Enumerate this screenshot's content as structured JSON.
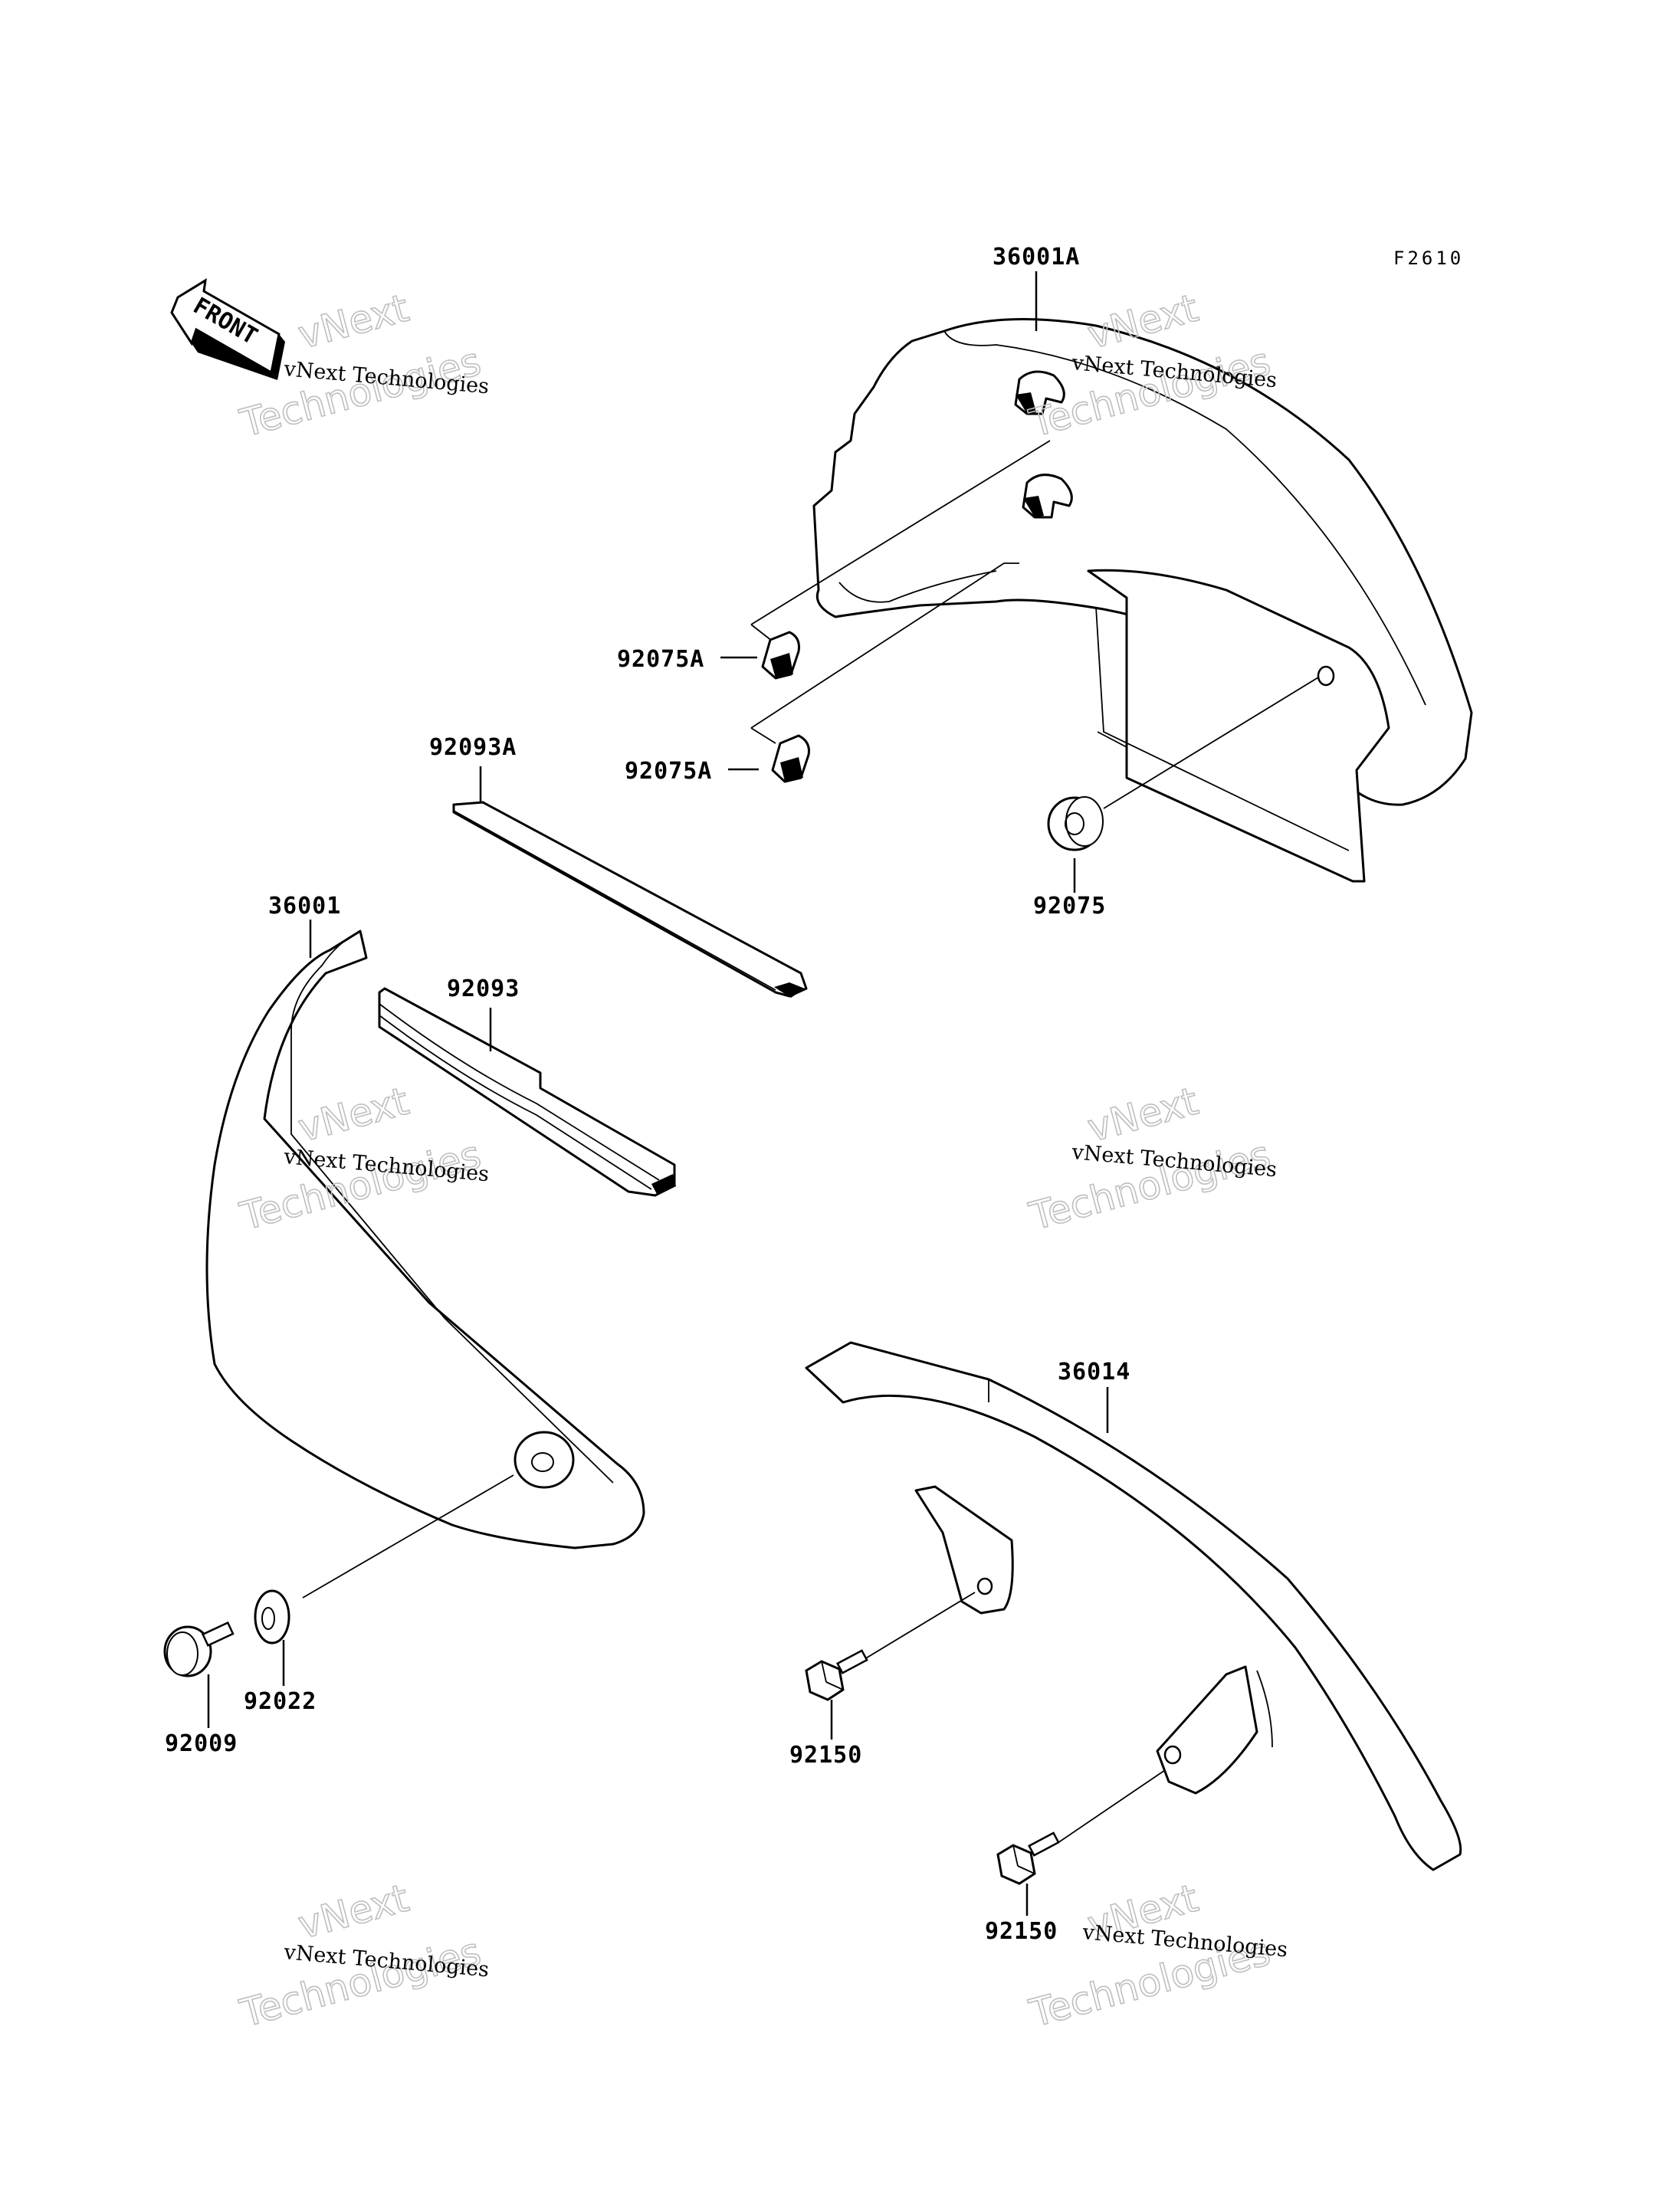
{
  "figure_code": "F2610",
  "front_label": "FRONT",
  "watermark": {
    "line1": "vNext Technologies",
    "line2": "vNext",
    "line3": "Technologies"
  },
  "parts": {
    "p36001A": "36001A",
    "p92075A_top": "92075A",
    "p92075A_bottom": "92075A",
    "p92093A": "92093A",
    "p92075": "92075",
    "p36001": "36001",
    "p92093": "92093",
    "p36014": "36014",
    "p92022": "92022",
    "p92009": "92009",
    "p92150_left": "92150",
    "p92150_right": "92150"
  }
}
